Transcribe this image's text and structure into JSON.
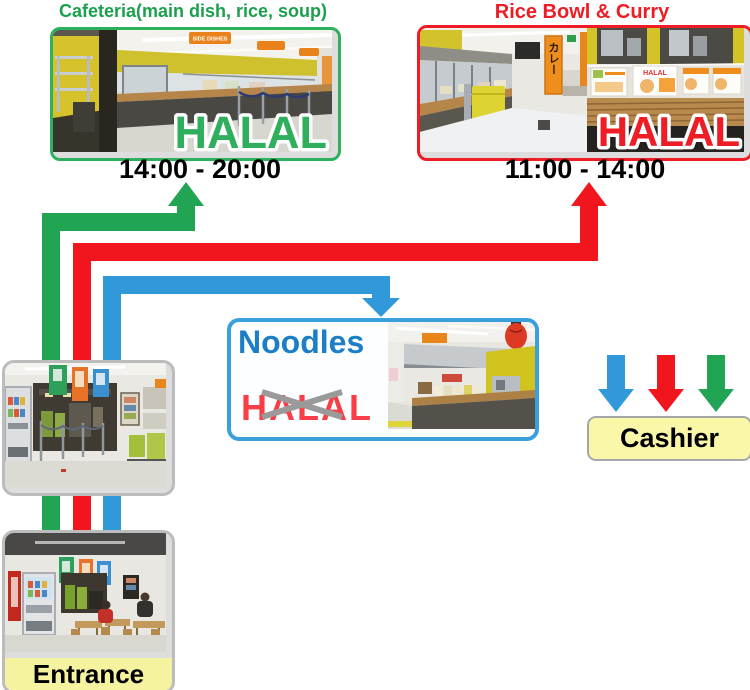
{
  "colors": {
    "route_green": "#22a455",
    "route_red": "#f1151e",
    "route_blue": "#3198da",
    "cafeteria_accent": "#1ca04e",
    "ricebowl_accent": "#ee1c24",
    "noodles_accent": "#3aa0dc",
    "noodles_text_blue": "#1b7ec6",
    "halal_green": "#2fae5b",
    "halal_red": "#ee1c24",
    "crossed_halal_red": "#fa3e47",
    "cross_gray": "#9a9a9a",
    "cashier_bg": "#faf7a8",
    "entrance_bg": "#f5f2a0"
  },
  "stations": {
    "cafeteria": {
      "title": "Cafeteria(main dish, rice, soup)",
      "hours": "14:00 - 20:00",
      "halal_overlay": "HALAL",
      "counter_sign": "SIDE DISHES"
    },
    "rice_bowl": {
      "title": "Rice Bowl & Curry",
      "hours": "11:00 - 14:00",
      "halal_overlay": "HALAL",
      "curry_banner": "カレー",
      "menu_card": "HALAL"
    },
    "noodles": {
      "label": "Noodles",
      "halal_crossed": "HALAL"
    }
  },
  "cashier": {
    "label": "Cashier"
  },
  "entrance": {
    "label": "Entrance"
  }
}
